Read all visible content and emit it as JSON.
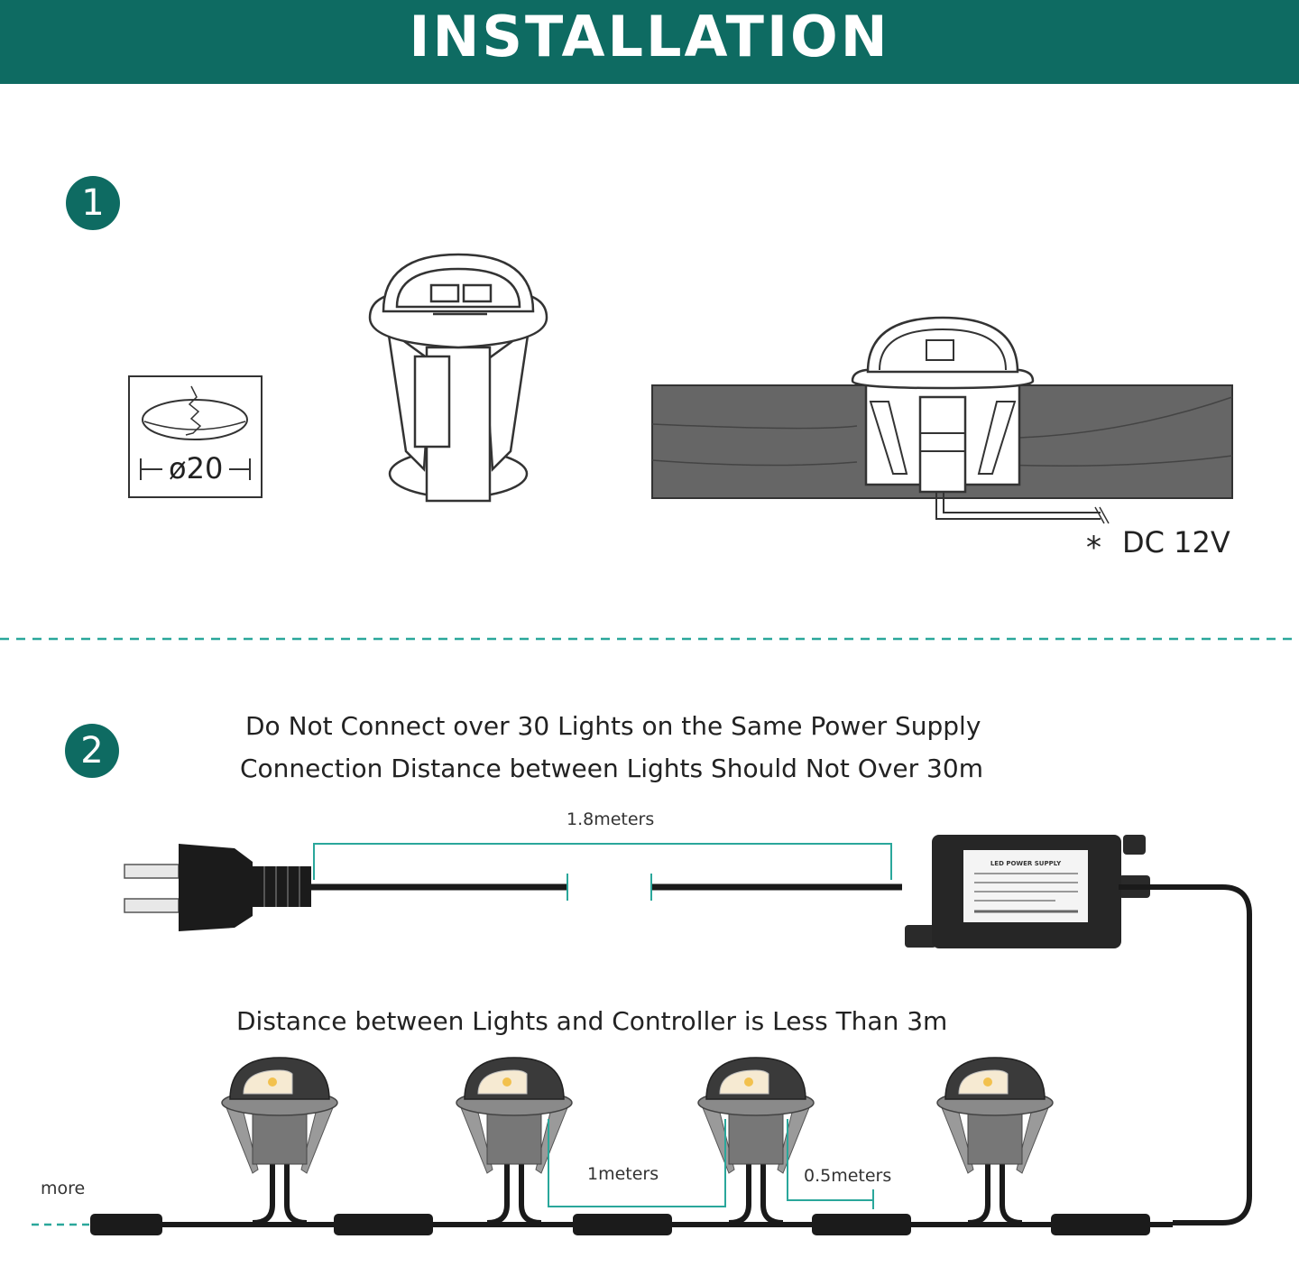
{
  "header": {
    "title": "INSTALLATION"
  },
  "colors": {
    "brand": "#0e6b62",
    "accent": "#2aa79b",
    "cable": "#1a1a1a"
  },
  "step1": {
    "badge": "1",
    "hole_label": "ø20",
    "voltage_label": "DC 12V",
    "asterisk": "*"
  },
  "step2": {
    "badge": "2",
    "note_line1": "Do Not Connect over 30 Lights on the Same Power Supply",
    "note_line2": "Connection Distance between Lights Should Not Over 30m",
    "cord_length": "1.8meters",
    "controller_note": "Distance between Lights and Controller is Less Than 3m",
    "spacing_1": "1meters",
    "spacing_2": "0.5meters",
    "more": "more",
    "power_supply_label": "LED POWER SUPPLY"
  }
}
